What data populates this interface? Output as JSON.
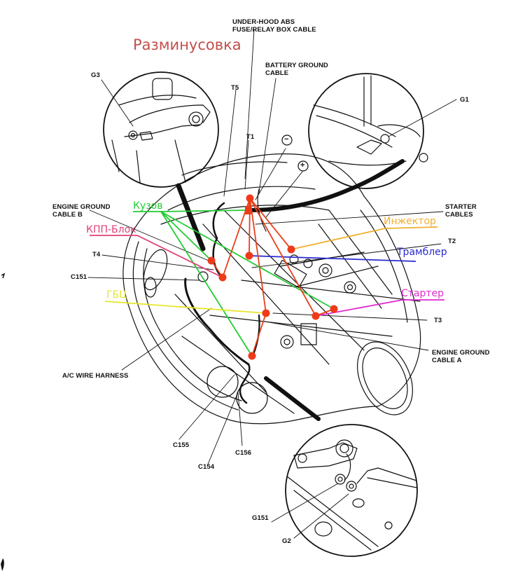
{
  "title": {
    "text": "Разминусовка",
    "color": "#c0504d"
  },
  "labels": {
    "abs_cable": "UNDER-HOOD ABS\nFUSE/RELAY BOX CABLE",
    "battery_ground": "BATTERY GROUND\nCABLE",
    "g3": "G3",
    "g1": "G1",
    "t5": "T5",
    "t1": "T1",
    "minus": "−",
    "plus": "+",
    "engine_ground_b": "ENGINE GROUND\nCABLE B",
    "starter_cables": "STARTER\nCABLES",
    "t2": "T2",
    "t4": "T4",
    "c151": "C151",
    "t3": "T3",
    "engine_ground_a": "ENGINE GROUND\nCABLE A",
    "ac_harness": "A/C WIRE HARNESS",
    "c155": "C155",
    "c154": "C154",
    "c156": "C156",
    "g151": "G151",
    "g2": "G2"
  },
  "annotations": [
    {
      "id": "kuzov",
      "text": "Кузов",
      "color": "#22cc33"
    },
    {
      "id": "kpp",
      "text": "КПП-Блок",
      "color": "#e0407a"
    },
    {
      "id": "gbc",
      "text": "ГБЦ",
      "color": "#e6e62a"
    },
    {
      "id": "injector",
      "text": "Инжектор",
      "color": "#f0b030"
    },
    {
      "id": "trambler",
      "text": "Трамблер",
      "color": "#2a2ad0"
    },
    {
      "id": "starter",
      "text": "Стартер",
      "color": "#e02ad0"
    }
  ],
  "wire_color": "#e8401c",
  "ground_points": 10
}
